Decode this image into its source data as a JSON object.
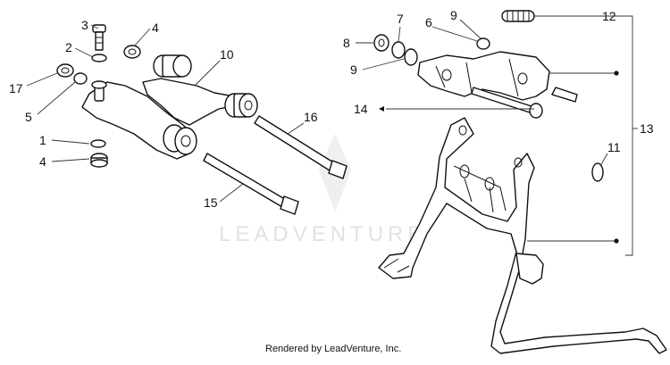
{
  "diagram": {
    "callouts": [
      "1",
      "2",
      "3",
      "4",
      "4",
      "5",
      "6",
      "7",
      "8",
      "9",
      "9",
      "10",
      "11",
      "12",
      "13",
      "14",
      "15",
      "16",
      "17"
    ]
  },
  "watermark": {
    "text": "LEADVENTURE"
  },
  "credit": {
    "text": "Rendered by LeadVenture, Inc."
  }
}
